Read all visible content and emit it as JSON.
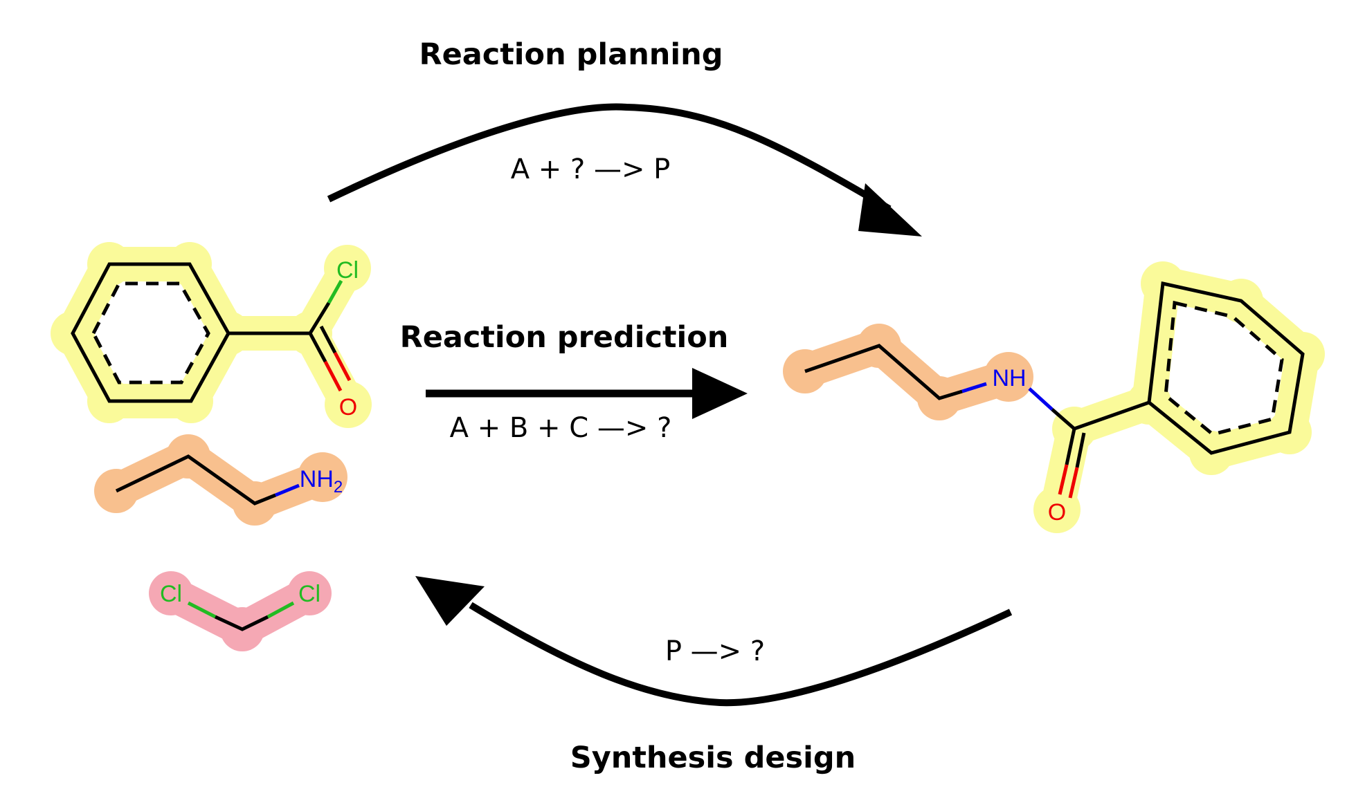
{
  "labels": {
    "reaction_planning": "Reaction planning",
    "planning_formula": "A + ? —> P",
    "reaction_prediction": "Reaction prediction",
    "prediction_formula": "A + B + C —> ?",
    "synthesis_design": "Synthesis design",
    "synthesis_formula": "P —> ?"
  },
  "atoms": {
    "cl": "Cl",
    "o": "O",
    "nh2_main": "NH",
    "nh2_sub": "2",
    "nh": "NH"
  },
  "colors": {
    "highlight_yellow": "#fafa9a",
    "highlight_orange": "#f8c08e",
    "highlight_pink": "#f5a8b4",
    "chlorine": "#22bb22",
    "oxygen": "#ee0000",
    "nitrogen": "#0000ee",
    "bond": "#000000"
  }
}
